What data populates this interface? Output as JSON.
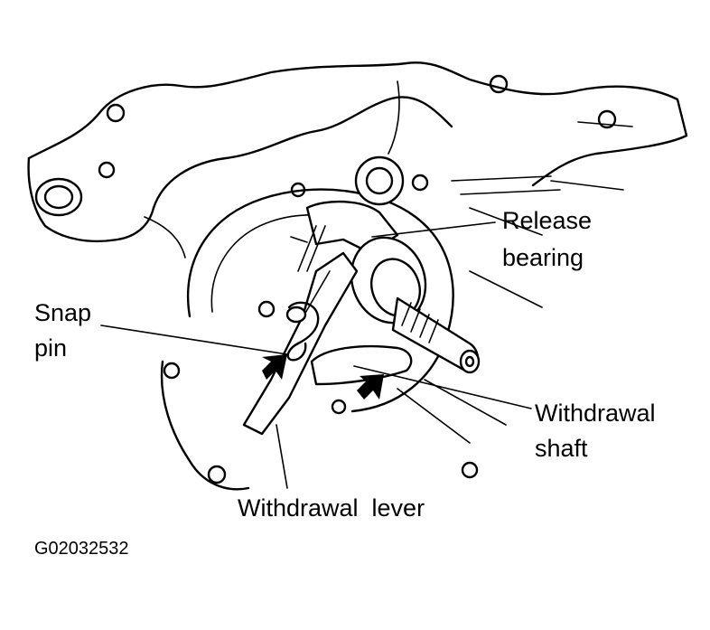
{
  "labels": {
    "release_bearing_line1": "Release",
    "release_bearing_line2": "bearing",
    "snap_pin_line1": "Snap",
    "snap_pin_line2": "pin",
    "withdrawal_shaft_line1": "Withdrawal",
    "withdrawal_shaft_line2": "shaft",
    "withdrawal_lever": "Withdrawal  lever"
  },
  "figure_code": "G02032532"
}
